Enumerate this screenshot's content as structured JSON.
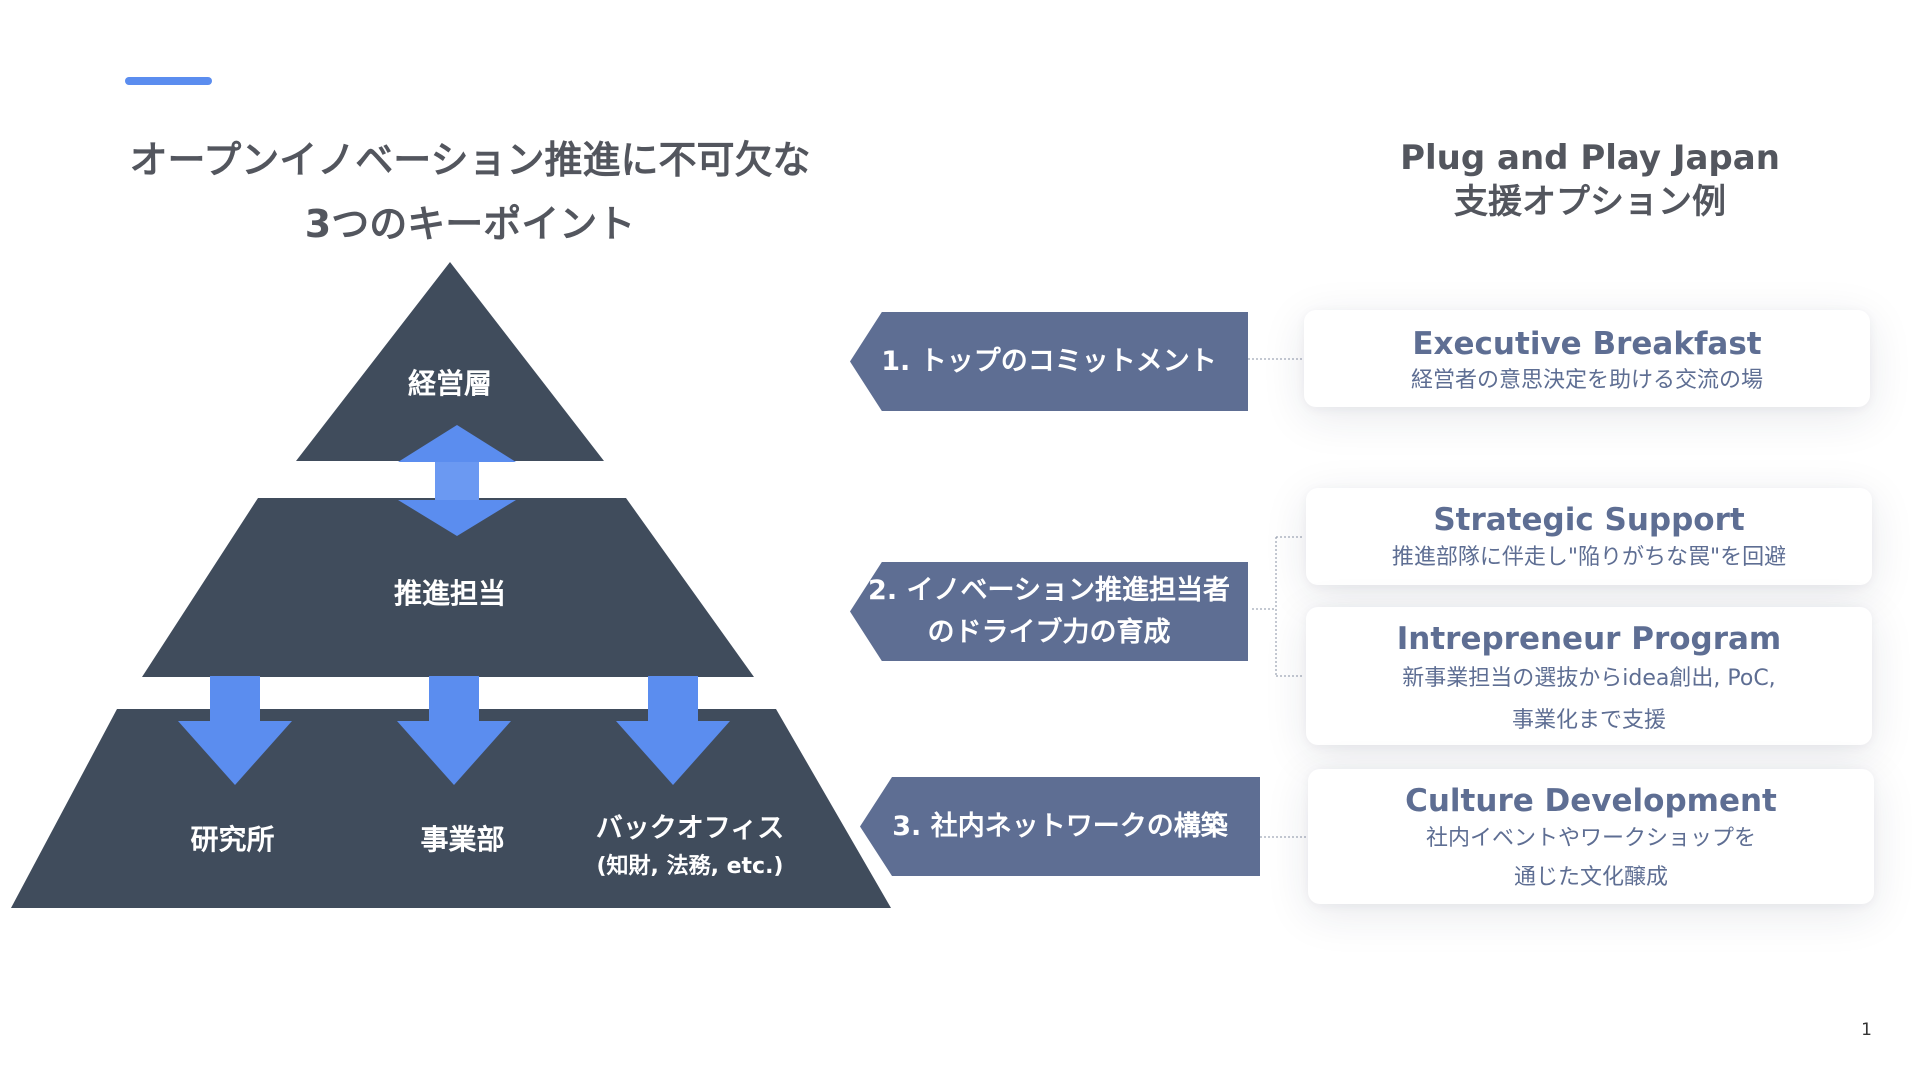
{
  "slide": {
    "left_title_line1": "オープンイノベーション推進に不可欠な",
    "left_title_line2": "3つのキーポイント",
    "right_title_line1": "Plug and Play Japan",
    "right_title_line2": "支援オプション例",
    "page_number": "1"
  },
  "pyramid": {
    "top_label": "経営層",
    "middle_label": "推進担当",
    "bottom_labels": [
      "研究所",
      "事業部",
      "バックオフィス"
    ],
    "bottom_sublabel": "(知財, 法務, etc.)"
  },
  "key_points": [
    {
      "line1": "1. トップのコミットメント",
      "line2": ""
    },
    {
      "line1": "2. イノベーション推進担当者",
      "line2": "のドライブ力の育成"
    },
    {
      "line1": "3. 社内ネットワークの構築",
      "line2": ""
    }
  ],
  "options": [
    {
      "title": "Executive Breakfast",
      "desc1": "経営者の意思決定を助ける交流の場",
      "desc2": ""
    },
    {
      "title": "Strategic Support",
      "desc1": "推進部隊に伴走し\"陥りがちな罠\"を回避",
      "desc2": ""
    },
    {
      "title": "Intrepreneur Program",
      "desc1": "新事業担当の選抜からidea創出, PoC,",
      "desc2": "事業化まで支援"
    },
    {
      "title": "Culture Development",
      "desc1": "社内イベントやワークショップを",
      "desc2": "通じた文化醸成"
    }
  ],
  "colors": {
    "pyramid": "#404c5c",
    "arrows": "#5b8def",
    "points": "#5e6e93",
    "accent": "#5b8def"
  }
}
